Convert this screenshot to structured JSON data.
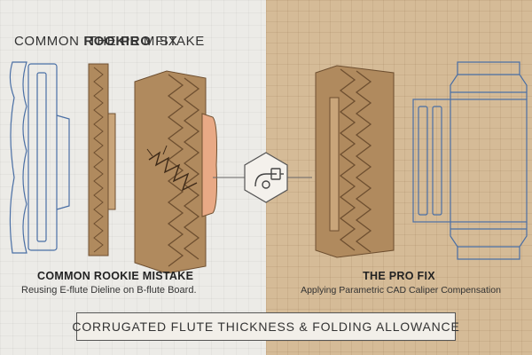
{
  "left": {
    "heading_pre": "COMMON ",
    "heading_bold": "ROOKIE",
    "heading_post": " MISTAKE",
    "caption_title": "COMMON ROOKIE MISTAKE",
    "caption_sub": "Reusing E-flute Dieline on B-flute Board."
  },
  "right": {
    "heading_pre": "THE ",
    "heading_bold": "PRO",
    "heading_post": " FIX",
    "caption_title": "THE PRO FIX",
    "caption_sub": "Applying Parametric CAD Caliper Compensation"
  },
  "footer": {
    "label": "CORRUGATED FLUTE THICKNESS & FOLDING ALLOWANCE"
  },
  "icons": {
    "center": "caliper-icon"
  },
  "colors": {
    "left_bg": "#ecebe7",
    "right_bg": "#d5bb97",
    "cardboard": "#b08a5e",
    "cardboard_dark": "#6e4f30",
    "dieline_blue": "#4a6fa5",
    "tear_pink": "#e8a985"
  }
}
